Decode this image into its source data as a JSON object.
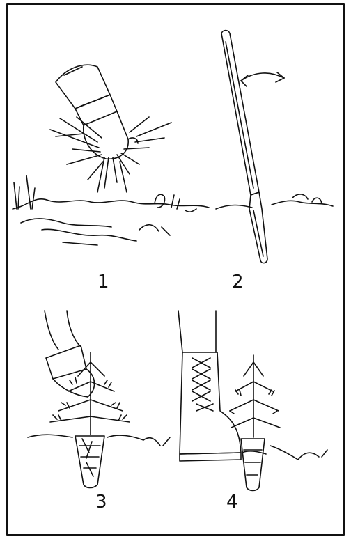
{
  "steps": [
    {
      "number": "1",
      "icon": "pull-grass-icon"
    },
    {
      "number": "2",
      "icon": "planting-spade-icon"
    },
    {
      "number": "3",
      "icon": "insert-seedling-icon"
    },
    {
      "number": "4",
      "icon": "boot-firm-soil-icon"
    }
  ],
  "colors": {
    "ink": "#111111",
    "paper": "#ffffff"
  }
}
